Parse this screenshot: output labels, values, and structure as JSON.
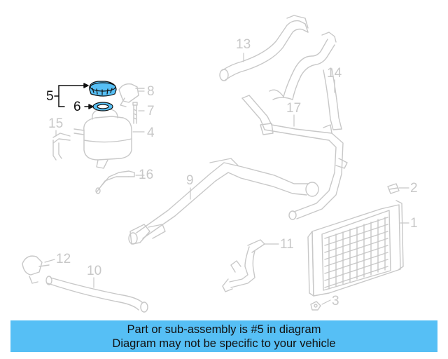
{
  "callouts": {
    "c1": "1",
    "c2": "2",
    "c3": "3",
    "c4": "4",
    "c5": "5",
    "c6": "6",
    "c7": "7",
    "c8": "8",
    "c9": "9",
    "c10": "10",
    "c11": "11",
    "c12": "12",
    "c13": "13",
    "c14": "14",
    "c15": "15",
    "c16": "16",
    "c17": "17"
  },
  "highlight_part": "5",
  "colors": {
    "highlight": "#56bff5",
    "faded": "#c8c8c8",
    "banner": "#56bff5"
  },
  "banner": {
    "line1": "Part or sub-assembly is #5 in diagram",
    "line2": "Diagram may not be specific to your vehicle"
  }
}
